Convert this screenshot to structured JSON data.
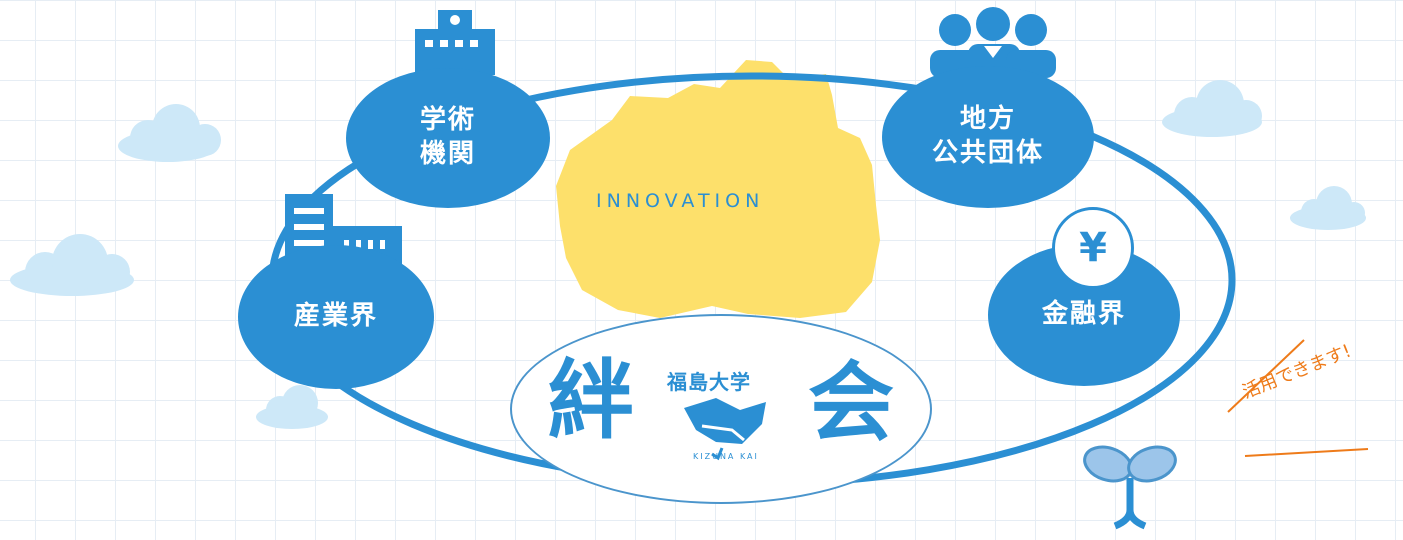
{
  "center": {
    "label": "INNOVATION"
  },
  "nodes": {
    "academic": {
      "line1": "学術",
      "line2": "機関"
    },
    "government": {
      "line1": "地方",
      "line2": "公共団体"
    },
    "industry": {
      "label": "産業界"
    },
    "finance": {
      "label": "金融界"
    }
  },
  "logo": {
    "main_left": "絆",
    "main_right": "会",
    "university": "福島大学",
    "romanized": "KIZUNA KAI"
  },
  "finance_symbol": "¥",
  "callout": "活用できます!",
  "colors": {
    "node_blue": "#2b8fd3",
    "map_yellow": "#fde06b",
    "cloud": "#cde8f8",
    "sprout": "#9cc5ea",
    "accent_orange": "#ee7b1a"
  }
}
